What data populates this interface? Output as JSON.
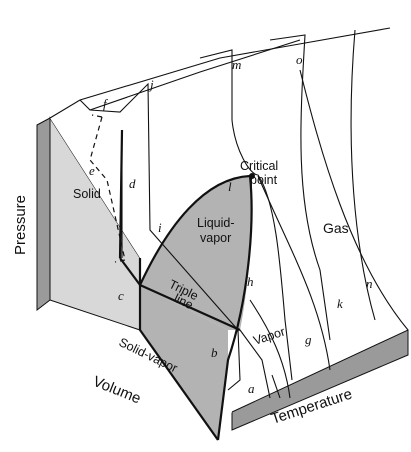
{
  "axes": {
    "pressure": "Pressure",
    "volume": "Volume",
    "temperature": "Temperature"
  },
  "regions": {
    "solid": "Solid",
    "liquid_vapor_1": "Liquid-",
    "liquid_vapor_2": "vapor",
    "gas": "Gas",
    "vapor": "Vapor",
    "solid_vapor": "Solid-vapor",
    "triple_line_1": "Triple",
    "triple_line_2": "line",
    "critical_point_1": "Critical",
    "critical_point_2": "point"
  },
  "points": {
    "a": "a",
    "b": "b",
    "c": "c",
    "d": "d",
    "e": "e",
    "f": "f",
    "g": "g",
    "h": "h",
    "i": "i",
    "j": "j",
    "k": "k",
    "l": "l",
    "m": "m",
    "n": "n",
    "o": "o"
  },
  "colors": {
    "surface": "#ffffff",
    "shaded": "#b3b3b3",
    "side": "#9a9a9a",
    "line": "#111111"
  }
}
